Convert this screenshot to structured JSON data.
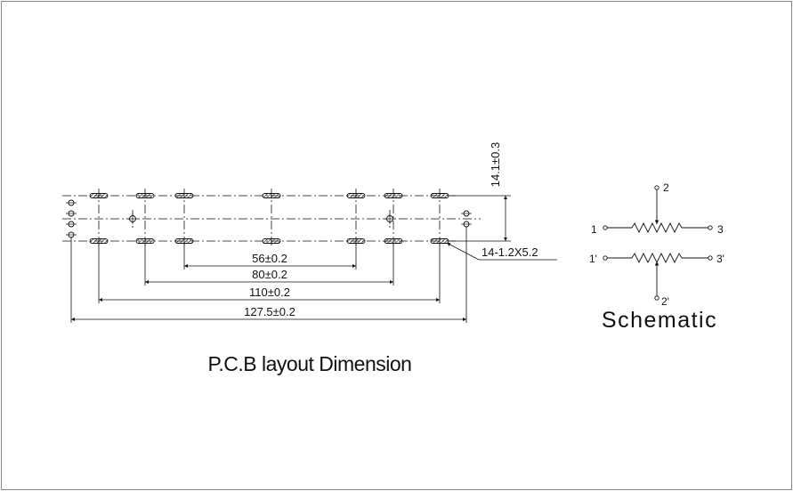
{
  "pcb": {
    "title": "P.C.B layout Dimension",
    "dimensions": {
      "d56": {
        "value": "56",
        "tol": "0.2"
      },
      "d80": {
        "value": "80",
        "tol": "0.2"
      },
      "d110": {
        "value": "110",
        "tol": "0.2"
      },
      "d127": {
        "value": "127.5",
        "tol": "0.2"
      },
      "d14": {
        "value": "14.1",
        "tol": "0.3"
      }
    },
    "hole_callout": "14-1.2X5.2",
    "pm_symbol": "±"
  },
  "schematic": {
    "title": "Schematic",
    "pins": {
      "p1": "1",
      "p2": "2",
      "p3": "3",
      "p1p": "1'",
      "p2p": "2'",
      "p3p": "3'"
    }
  },
  "colors": {
    "line": "#111111",
    "border": "#888888"
  }
}
